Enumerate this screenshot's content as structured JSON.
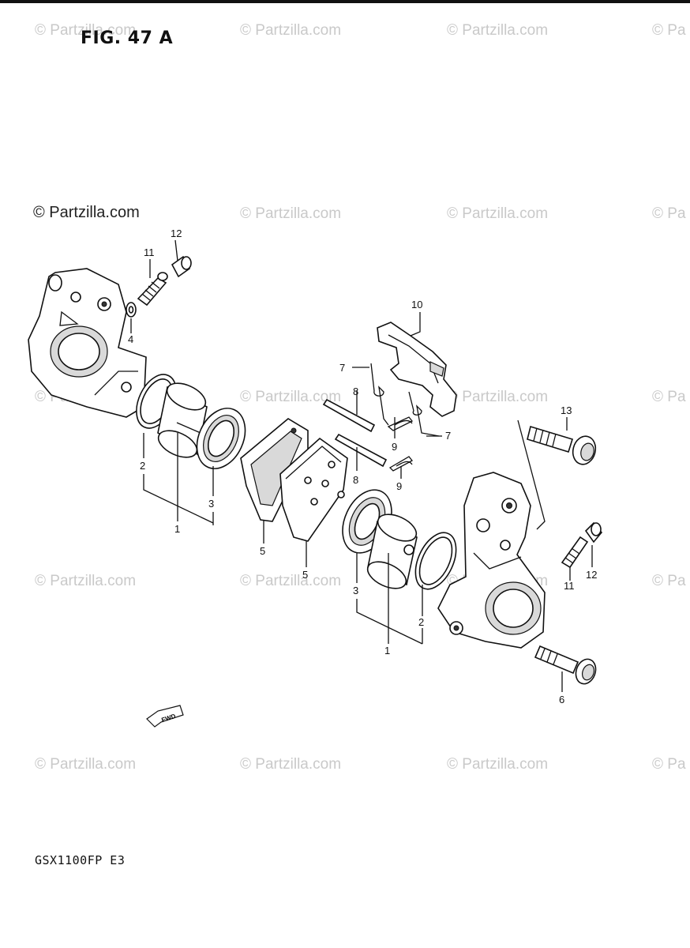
{
  "figure": {
    "title": "FIG. 47 A",
    "copyright": "© Partzilla.com",
    "model": "GSX1100FP  E3",
    "watermark": "© Partzilla.com",
    "watermark_partial": "© Pa"
  },
  "parts": {
    "p1a": "1",
    "p1b": "1",
    "p2a": "2",
    "p2b": "2",
    "p3a": "3",
    "p3b": "3",
    "p4": "4",
    "p5a": "5",
    "p5b": "5",
    "p6": "6",
    "p7a": "7",
    "p7b": "7",
    "p8a": "8",
    "p8b": "8",
    "p9a": "9",
    "p9b": "9",
    "p10": "10",
    "p11a": "11",
    "p11b": "11",
    "p12a": "12",
    "p12b": "12",
    "p13": "13"
  },
  "fwd_label": "FWD"
}
